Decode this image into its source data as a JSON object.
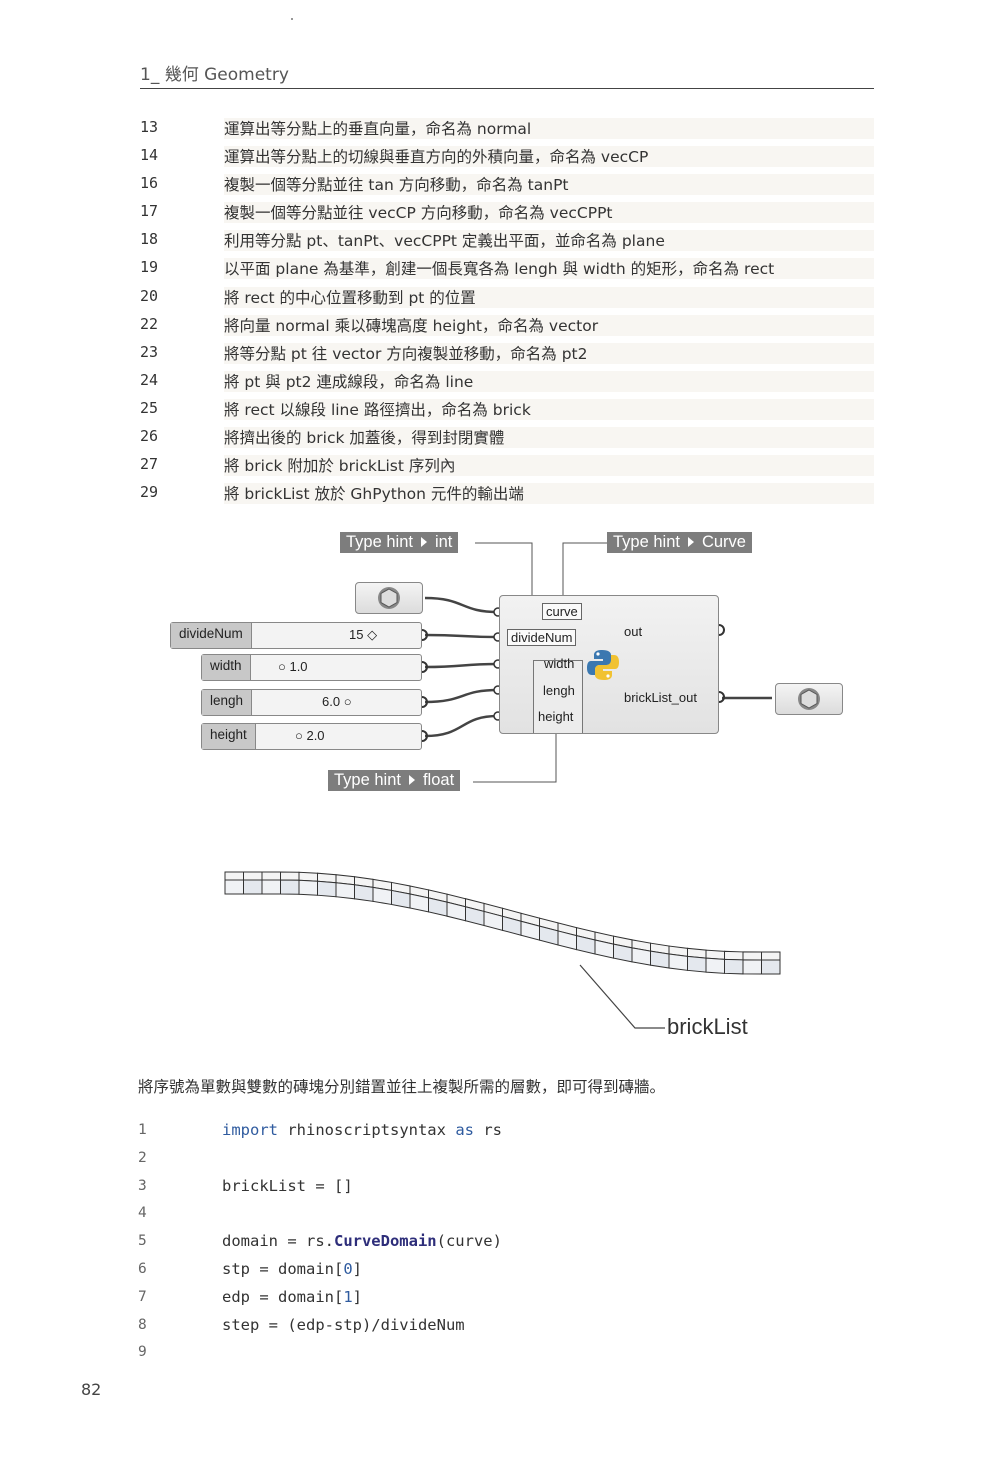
{
  "header": {
    "title": "1_ 幾何 Geometry"
  },
  "steps": [
    {
      "num": "13",
      "text": "運算出等分點上的垂直向量，命名為 normal"
    },
    {
      "num": "14",
      "text": "運算出等分點上的切線與垂直方向的外積向量，命名為 vecCP"
    },
    {
      "num": "16",
      "text": "複製一個等分點並往 tan 方向移動，命名為 tanPt"
    },
    {
      "num": "17",
      "text": "複製一個等分點並往 vecCP 方向移動，命名為 vecCPPt"
    },
    {
      "num": "18",
      "text": "利用等分點 pt、tanPt、vecCPPt 定義出平面，並命名為 plane"
    },
    {
      "num": "19",
      "text": "以平面 plane 為基準，創建一個長寬各為 lengh 與 width 的矩形，命名為 rect"
    },
    {
      "num": "20",
      "text": "將 rect 的中心位置移動到 pt 的位置"
    },
    {
      "num": "22",
      "text": "將向量 normal 乘以磚塊高度 height，命名為 vector"
    },
    {
      "num": "23",
      "text": "將等分點 pt 往 vector 方向複製並移動，命名為 pt2"
    },
    {
      "num": "24",
      "text": "將 pt 與 pt2 連成線段，命名為 line"
    },
    {
      "num": "25",
      "text": "將 rect 以線段 line 路徑擠出，命名為 brick"
    },
    {
      "num": "26",
      "text": "將擠出後的 brick 加蓋後，得到封閉實體"
    },
    {
      "num": "27",
      "text": "將 brick 附加於 brickList 序列內"
    },
    {
      "num": "29",
      "text": "將 brickList 放於 GhPython 元件的輸出端"
    }
  ],
  "diagram": {
    "hints": {
      "int": "Type hint ▸ int",
      "curve": "Type hint ▸ Curve",
      "float": "Type hint ▸ float"
    },
    "hint_parts": {
      "int_a": "Type hint",
      "int_b": "int",
      "curve_a": "Type hint",
      "curve_b": "Curve",
      "float_a": "Type hint",
      "float_b": "float"
    },
    "sliders": [
      {
        "label": "divideNum",
        "value": "15"
      },
      {
        "label": "width",
        "value": "1.0"
      },
      {
        "label": "lengh",
        "value": "6.0"
      },
      {
        "label": "height",
        "value": "2.0"
      }
    ],
    "inputs": [
      "curve",
      "divideNum",
      "width",
      "lengh",
      "height"
    ],
    "outputs": [
      "out",
      "brickList_out"
    ],
    "bricklist_label": "brickList"
  },
  "caption": "將序號為單數與雙數的磚塊分別錯置並往上複製所需的層數，即可得到磚牆。",
  "code": [
    {
      "num": "1",
      "parts": [
        [
          "kw",
          "import"
        ],
        [
          "t",
          " rhinoscriptsyntax "
        ],
        [
          "kw",
          "as"
        ],
        [
          "t",
          " rs"
        ]
      ]
    },
    {
      "num": "2",
      "parts": []
    },
    {
      "num": "3",
      "parts": [
        [
          "t",
          "brickList = []"
        ]
      ]
    },
    {
      "num": "4",
      "parts": []
    },
    {
      "num": "5",
      "parts": [
        [
          "t",
          "domain = rs."
        ],
        [
          "fn",
          "CurveDomain"
        ],
        [
          "t",
          "(curve)"
        ]
      ]
    },
    {
      "num": "6",
      "parts": [
        [
          "t",
          "stp = domain["
        ],
        [
          "kw",
          "0"
        ],
        [
          "t",
          "]"
        ]
      ]
    },
    {
      "num": "7",
      "parts": [
        [
          "t",
          "edp = domain["
        ],
        [
          "kw",
          "1"
        ],
        [
          "t",
          "]"
        ]
      ]
    },
    {
      "num": "8",
      "parts": [
        [
          "t",
          "step = (edp-stp)/divideNum"
        ]
      ]
    },
    {
      "num": "9",
      "parts": []
    }
  ],
  "page_number": "82"
}
